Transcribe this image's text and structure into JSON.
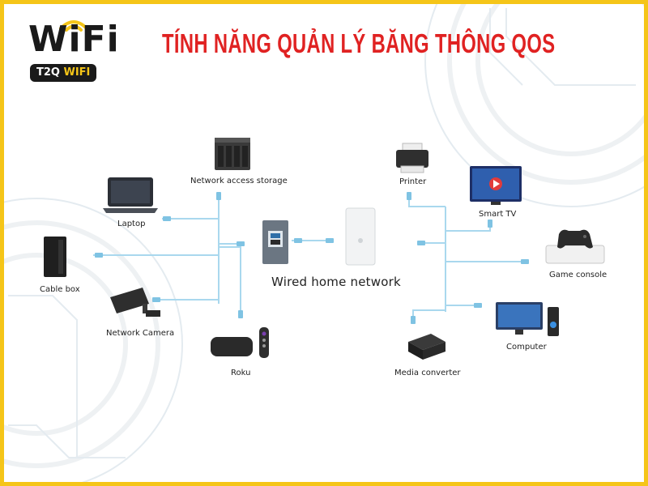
{
  "brand": {
    "logo_text": "WiFi",
    "badge_prefix": "T2Q",
    "badge_suffix": "WIFI",
    "accent_color": "#f5c518",
    "title_color": "#e02222"
  },
  "title": "TÍNH NĂNG QUẢN LÝ BĂNG THÔNG QOS",
  "center_label": "Wired home network",
  "devices": {
    "nas": "Network access storage",
    "laptop": "Laptop",
    "cable_box": "Cable box",
    "network_camera": "Network Camera",
    "roku": "Roku",
    "printer": "Printer",
    "smart_tv": "Smart TV",
    "game_console": "Game console",
    "computer": "Computer",
    "media_converter": "Media converter"
  },
  "colors": {
    "cable": "#a9d8ee",
    "connector": "#7fc3e3",
    "device_dark": "#2c2c2c"
  }
}
